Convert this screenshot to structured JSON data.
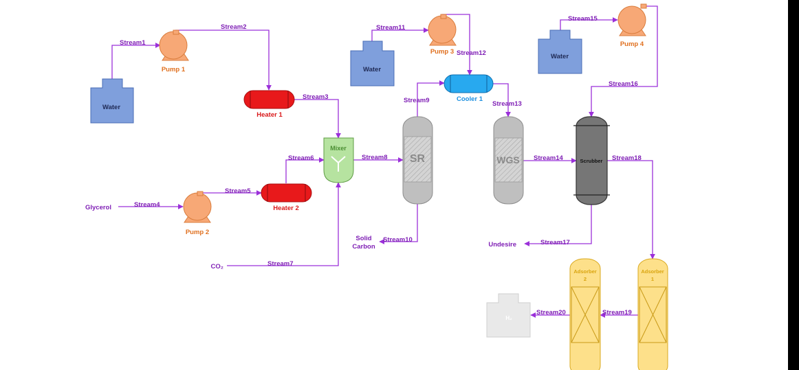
{
  "colors": {
    "stream": "#9b30d9",
    "stream_text": "#7f1fb5",
    "water": "#7f9fdc",
    "pump": "#f7a876",
    "pump_label": "#e0701f",
    "heater": "#e8191b",
    "heater_label": "#d9181a",
    "mixer": "#b6e3a0",
    "cooler": "#28a9ef",
    "cooler_label": "#1b8fe0",
    "reactor": "#bfbfbf",
    "scrubber": "#767676",
    "adsorber": "#fde08a",
    "adsorber_label": "#d9a40f",
    "product_tank": "#e9e9e9"
  },
  "tanks": {
    "water1": "Water",
    "water2": "Water",
    "water3": "Water",
    "h2": "H₂"
  },
  "pumps": {
    "pump1": "Pump 1",
    "pump2": "Pump 2",
    "pump3": "Pump 3",
    "pump4": "Pump 4"
  },
  "heaters": {
    "heater1": "Heater 1",
    "heater2": "Heater 2"
  },
  "mixer": "Mixer",
  "cooler": "Cooler 1",
  "reactors": {
    "sr": "SR",
    "wgs": "WGS",
    "scrubber": "Scrubber"
  },
  "adsorbers": {
    "adsorber2": {
      "line1": "Adsorber",
      "line2": "2"
    },
    "adsorber1": {
      "line1": "Adsorber",
      "line2": "1"
    }
  },
  "endpoints": {
    "glycerol": "Glycerol",
    "co2": "CO₂",
    "solid_carbon": {
      "line1": "Solid",
      "line2": "Carbon"
    },
    "undesire": "Undesire"
  },
  "streams": {
    "s1": "Stream1",
    "s2": "Stream2",
    "s3": "Stream3",
    "s4": "Stream4",
    "s5": "Stream5",
    "s6": "Stream6",
    "s7": "Stream7",
    "s8": "Stream8",
    "s9": "Stream9",
    "s10": "Stream10",
    "s11": "Stream11",
    "s12": "Stream12",
    "s13": "Stream13",
    "s14": "Stream14",
    "s15": "Stream15",
    "s16": "Stream16",
    "s17": "Stream17",
    "s18": "Stream18",
    "s19": "Stream19",
    "s20": "Stream20"
  }
}
